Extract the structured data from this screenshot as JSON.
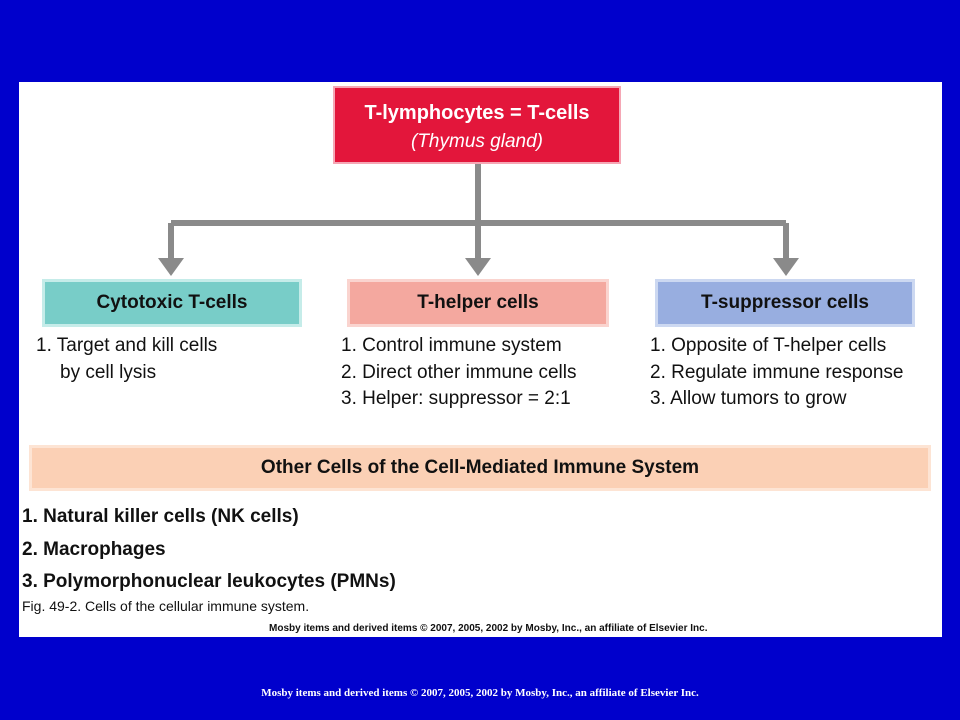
{
  "top": {
    "line1": "T-lymphocytes = T-cells",
    "line2": "(Thymus gland)"
  },
  "categories": [
    {
      "title": "Cytotoxic T-cells",
      "items": [
        "1. Target and kill cells",
        "by cell lysis"
      ]
    },
    {
      "title": "T-helper cells",
      "items": [
        "1. Control immune system",
        "2. Direct other immune cells",
        "3. Helper: suppressor = 2:1"
      ]
    },
    {
      "title": "T-suppressor cells",
      "items": [
        "1. Opposite of T-helper cells",
        "2. Regulate immune response",
        "3. Allow tumors to grow"
      ]
    }
  ],
  "other": {
    "title": "Other Cells of the Cell-Mediated Immune System",
    "items": [
      "1. Natural killer cells (NK cells)",
      "2. Macrophages",
      "3. Polymorphonuclear leukocytes (PMNs)"
    ]
  },
  "caption": "Fig. 49-2. Cells of the cellular immune system.",
  "inner_copyright": "Mosby items and derived items © 2007, 2005, 2002 by Mosby, Inc., an affiliate of Elsevier Inc.",
  "footer": "Mosby items and derived items © 2007, 2005, 2002 by Mosby, Inc., an affiliate of Elsevier Inc.",
  "colors": {
    "background": "#0000cc",
    "top_box": "#e3163b",
    "cytotoxic": "#78cdc8",
    "helper": "#f4a89f",
    "suppressor": "#98aee0",
    "other_bar": "#fbd0b5",
    "connector": "#8a8a8a"
  }
}
